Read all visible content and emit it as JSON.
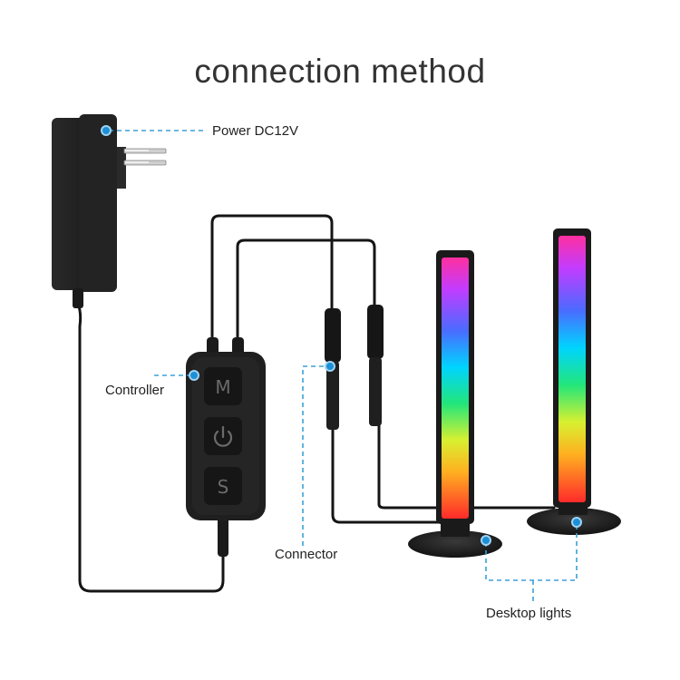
{
  "title": "connection method",
  "labels": {
    "power": "Power DC12V",
    "controller": "Controller",
    "connector": "Connector",
    "desktop_lights": "Desktop lights"
  },
  "controller_buttons": {
    "mode": "M",
    "speed": "S"
  },
  "icons": {
    "power_button": "power-icon"
  },
  "colors": {
    "callout_line": "#3aa0d8",
    "callout_dot": "#1d8fd6",
    "device_body": "#1e1e1e",
    "cable": "#151515"
  }
}
